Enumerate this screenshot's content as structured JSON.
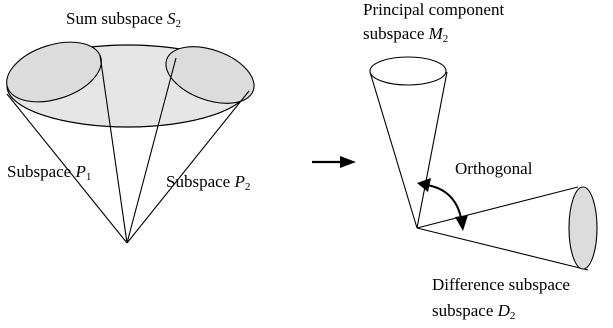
{
  "labels": {
    "sum": {
      "text": "Sum subspace ",
      "math": "S",
      "sub": "2"
    },
    "p1": {
      "text": "Subspace ",
      "math": "P",
      "sub": "1"
    },
    "p2": {
      "text": "Subspace ",
      "math": "P",
      "sub": "2"
    },
    "pc_line1": "Principal component",
    "pc_line2": {
      "text": "subspace ",
      "math": "M",
      "sub": "2"
    },
    "orthogonal": "Orthogonal",
    "diff_line1": "Difference subspace",
    "diff_line2": {
      "text": "subspace ",
      "math": "D",
      "sub": "2"
    }
  },
  "colors": {
    "fill": "#e6e6e6",
    "stroke": "#000000"
  }
}
